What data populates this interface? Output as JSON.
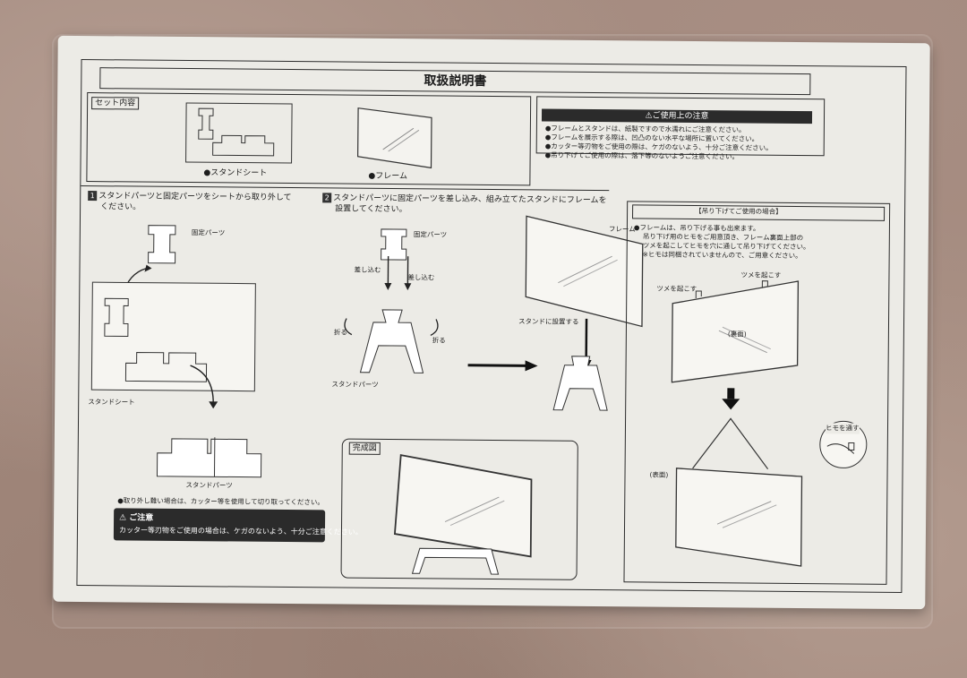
{
  "document": {
    "title": "取扱説明書"
  },
  "set_contents": {
    "tag": "セット内容",
    "stand_sheet_label": "●スタンドシート",
    "frame_label": "●フレーム"
  },
  "caution": {
    "header": "⚠ご使用上の注意",
    "items": [
      "●フレームとスタンドは、紙製ですので水濡れにご注意ください。",
      "●フレームを展示する際は、凹凸のない水平な場所に置いてください。",
      "●カッター等刃物をご使用の際は、ケガのないよう、十分ご注意ください。",
      "●吊り下げてご使用の際は、落下等のないようご注意ください。"
    ]
  },
  "step1": {
    "number": "1",
    "instruction_line1": "スタンドパーツと固定パーツをシートから取り外して",
    "instruction_line2": "ください。",
    "fixed_parts_label": "固定パーツ",
    "stand_sheet_label": "スタンドシート",
    "stand_parts_label": "スタンドパーツ",
    "note": "●取り外し難い場合は、カッター等を使用して切り取ってください。"
  },
  "notice": {
    "heading": "⚠ ご注意",
    "body": "カッター等刃物をご使用の場合は、ケガのないよう、十分ご注意ください。"
  },
  "step2": {
    "number": "2",
    "instruction_line1": "スタンドパーツに固定パーツを差し込み、組み立てたスタンドにフレームを",
    "instruction_line2": "設置してください。",
    "fixed_parts_label": "固定パーツ",
    "insert_left": "差し込む",
    "insert_right": "差し込む",
    "fold_left": "折る",
    "fold_right": "折る",
    "stand_parts_label": "スタンドパーツ",
    "frame_label": "フレーム",
    "place_on_stand": "スタンドに設置する",
    "complete_tag": "完成図"
  },
  "hanging": {
    "header": "【吊り下げてご使用の場合】",
    "line1": "●フレームは、吊り下げる事も出来ます。",
    "line2": "吊り下げ用のヒモをご用意頂き、フレーム裏面上部の",
    "line3": "ツメを起こしてヒモを穴に通して吊り下げてください。",
    "line4": "※ヒモは同梱されていませんので、ご用意ください。",
    "raise_claw_right": "ツメを起こす",
    "raise_claw_left": "ツメを起こす",
    "back_label": "(裏面)",
    "front_label": "(表面)",
    "thread_string": "ヒモを通す"
  }
}
